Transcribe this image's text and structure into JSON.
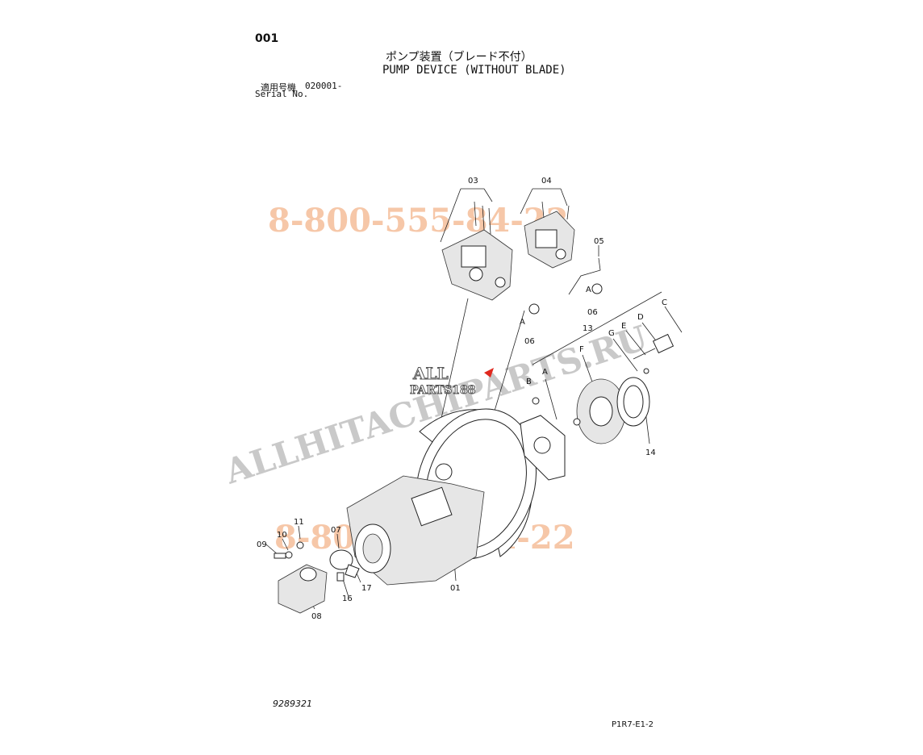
{
  "page": {
    "code": "001",
    "title_jp": "ポンプ装置（ブレード不付）",
    "title_en": "PUMP DEVICE (WITHOUT BLADE)",
    "serial_label_jp": "適用号機",
    "serial_value": "020001-",
    "serial_label_en": "Serial No.",
    "drawing_no": "9289321",
    "sheet_ref": "P1R7-E1-2"
  },
  "watermarks": {
    "phone_top": "8-800-555-84-22",
    "phone_bottom": "8-800-555-84-22",
    "site": "ALLHITACHIPARTS.RU",
    "logo_line1": "ALL",
    "logo_line2": "PARTS188"
  },
  "colors": {
    "watermark_orange": "#f6c7a8",
    "watermark_grey": "#c9c9c9",
    "logo_red": "#e0281e"
  },
  "callouts": {
    "c03": "03",
    "c04": "04",
    "c05": "05",
    "c06a": "06",
    "c06b": "06",
    "cA1": "A",
    "cA2": "A",
    "cA3": "A",
    "c13": "13",
    "cB": "B",
    "cC": "C",
    "cD": "D",
    "cE": "E",
    "cF": "F",
    "cG": "G",
    "c14": "14",
    "c01": "01",
    "c07": "07",
    "c08": "08",
    "c09": "09",
    "c10": "10",
    "c11": "11",
    "c16": "16",
    "c17": "17"
  }
}
